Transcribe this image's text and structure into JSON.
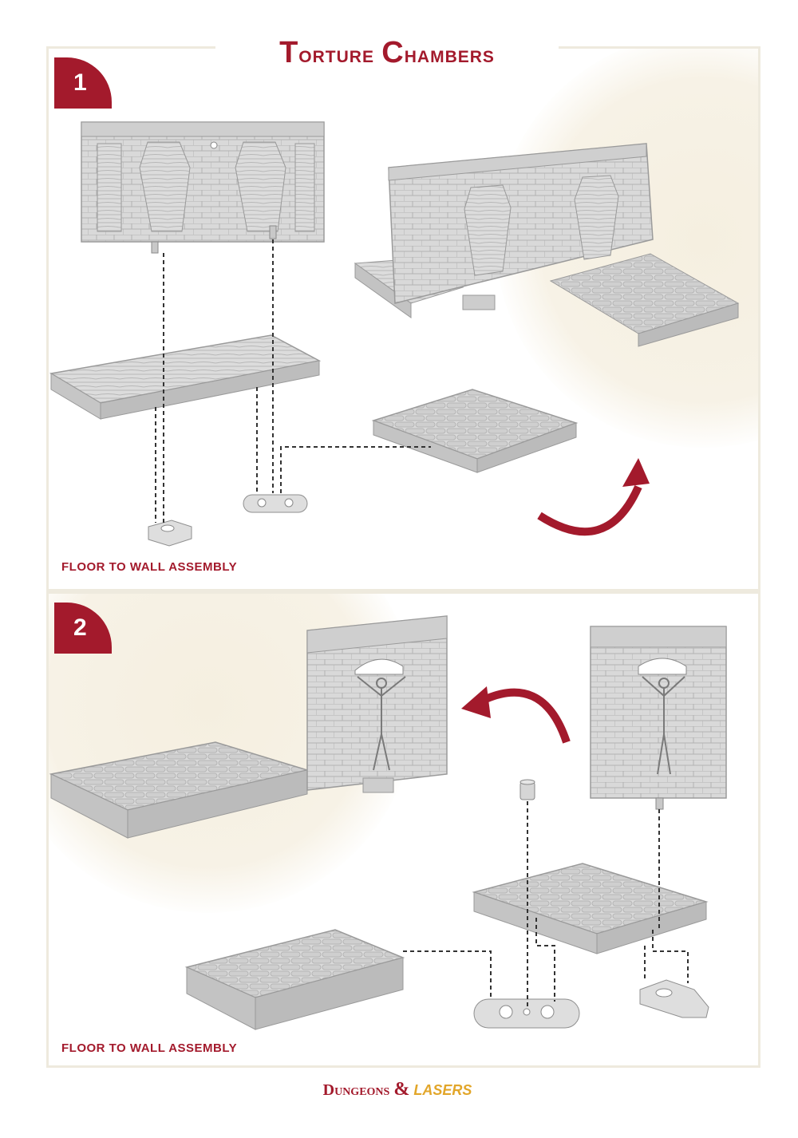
{
  "page": {
    "title_first_initial": "T",
    "title_first_rest": "orture",
    "title_second_initial": "C",
    "title_second_rest": "hambers"
  },
  "steps": [
    {
      "number": "1",
      "caption": "FLOOR TO WALL ASSEMBLY"
    },
    {
      "number": "2",
      "caption": "FLOOR TO WALL ASSEMBLY"
    }
  ],
  "logo": {
    "word1": "Dungeons",
    "ampersand": "&",
    "word2": "LASERS"
  },
  "colors": {
    "accent": "#a31a2c",
    "frame": "#eeeade",
    "glow": "#f5efe0",
    "gold": "#e2a62a",
    "part": "#d9d9d9"
  }
}
